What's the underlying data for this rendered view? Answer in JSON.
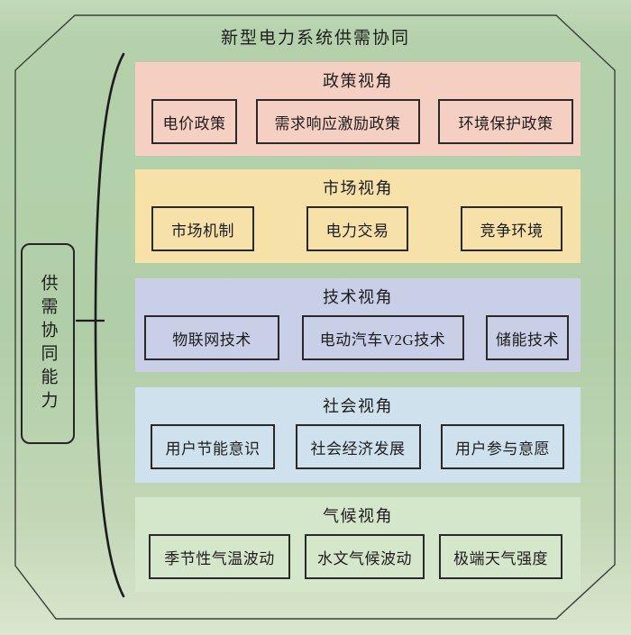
{
  "diagram": {
    "title": "新型电力系统供需协同",
    "left_node": {
      "label": "供需协同能力"
    },
    "panels": [
      {
        "title": "政策视角",
        "color": "#f4cfc2",
        "boxes": [
          "电价政策",
          "需求响应激励政策",
          "环境保护政策"
        ]
      },
      {
        "title": "市场视角",
        "color": "#f6e2a9",
        "boxes": [
          "市场机制",
          "电力交易",
          "竞争环境"
        ]
      },
      {
        "title": "技术视角",
        "color": "#c9cfe7",
        "boxes": [
          "物联网技术",
          "电动汽车V2G技术",
          "储能技术"
        ]
      },
      {
        "title": "社会视角",
        "color": "#cfe1ed",
        "boxes": [
          "用户节能意识",
          "社会经济发展",
          "用户参与意愿"
        ]
      },
      {
        "title": "气候视角",
        "color": "#d5e7ca",
        "boxes": [
          "季节性气温波动",
          "水文气候波动",
          "极端天气强度"
        ]
      }
    ],
    "colors": {
      "background": "#b2cfa9",
      "outline": "#38413a",
      "box_border": "#292929",
      "text": "#1d1d1d"
    }
  }
}
